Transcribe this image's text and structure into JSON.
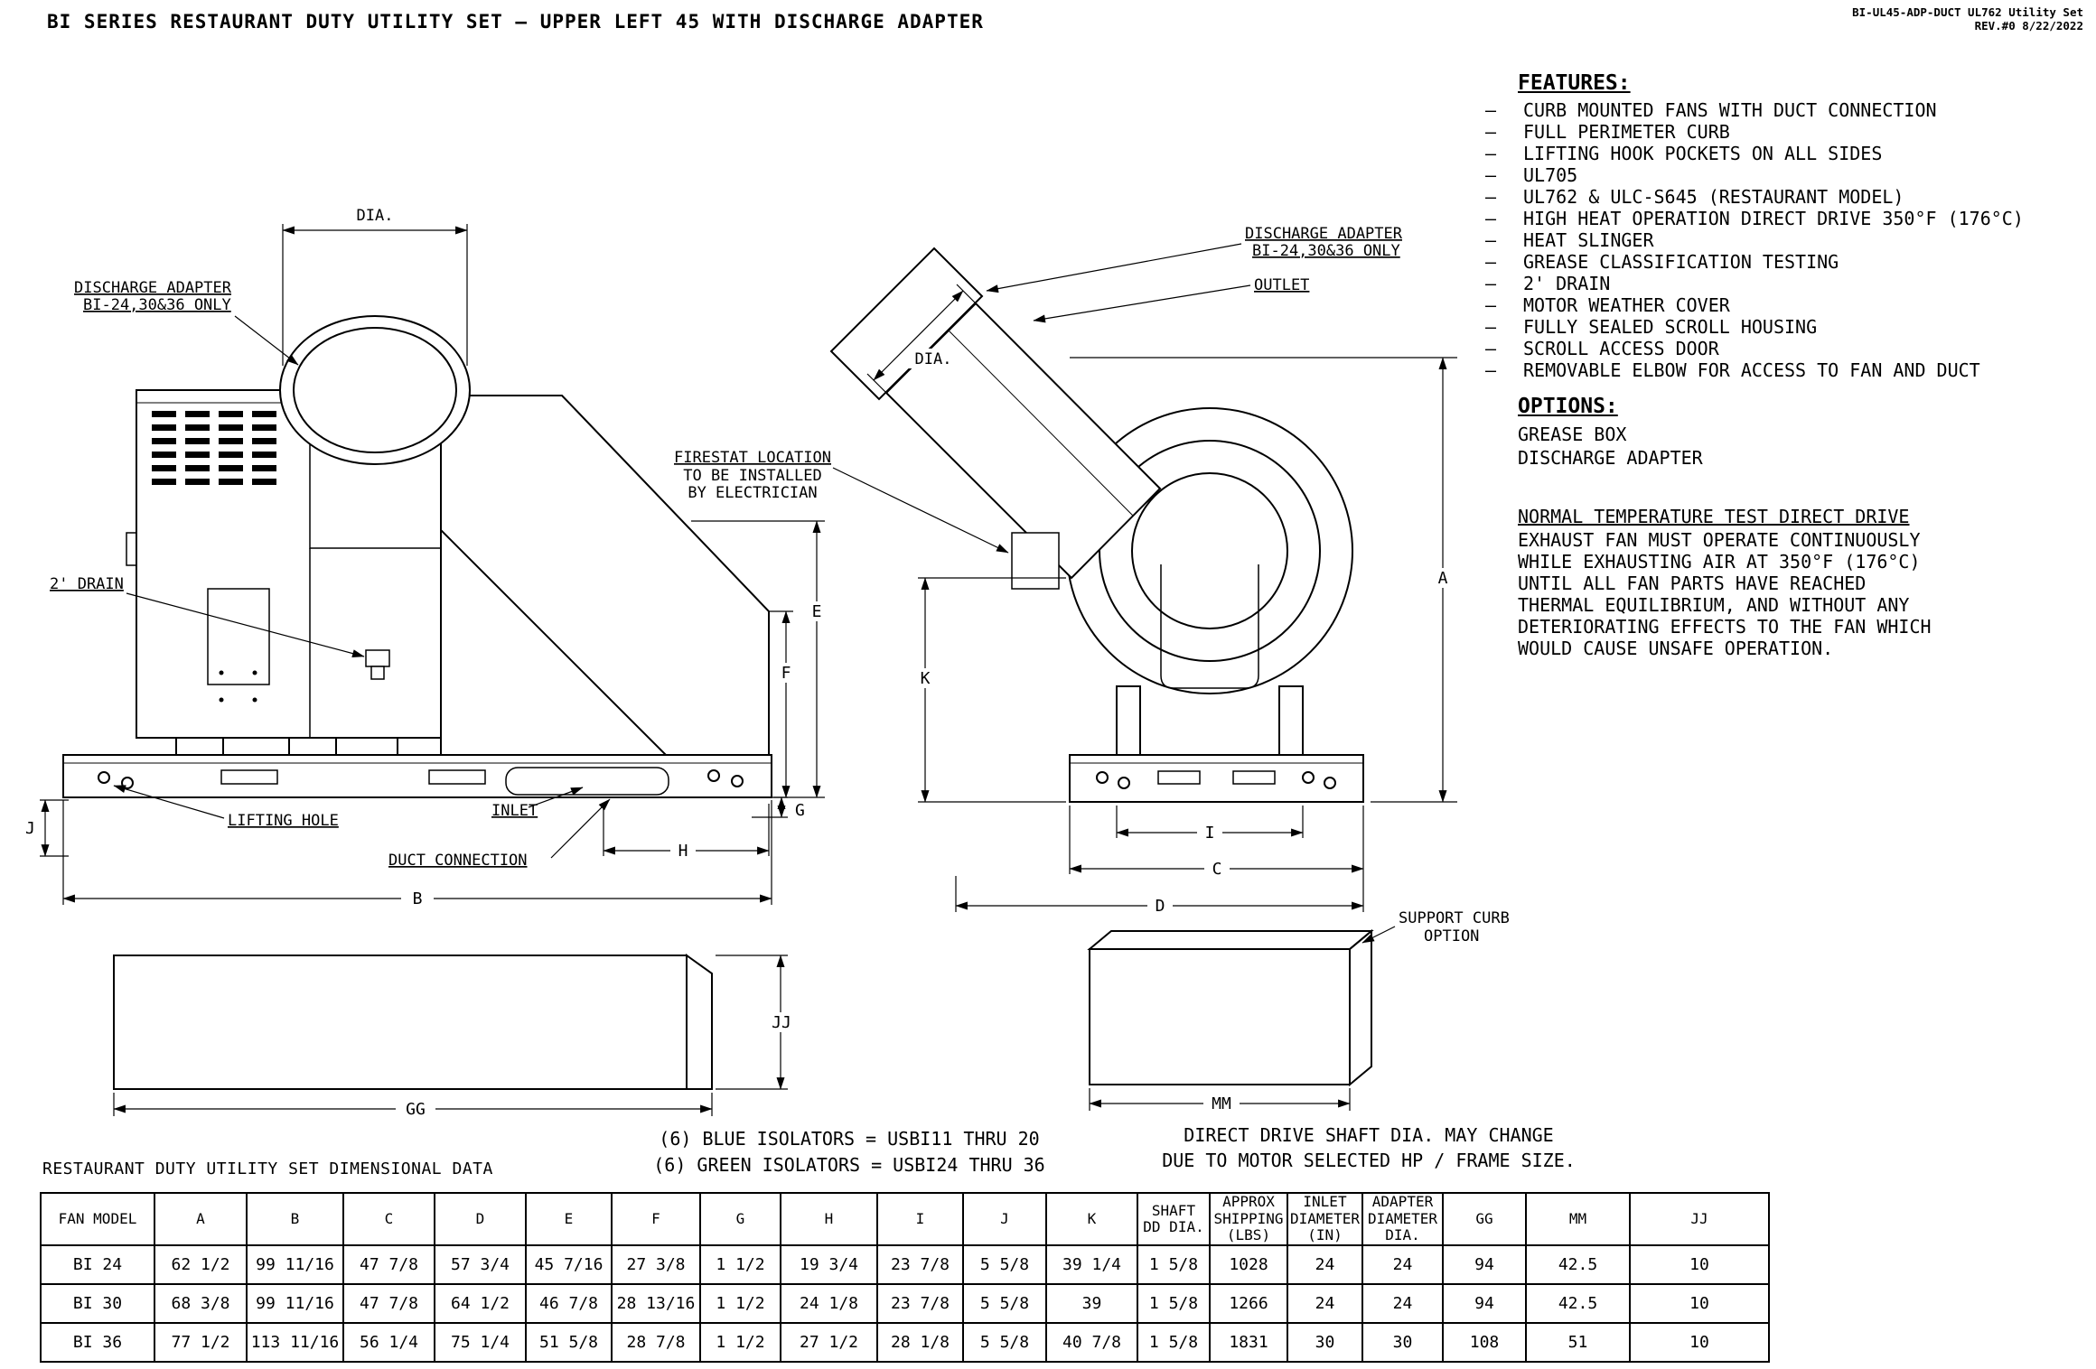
{
  "header": {
    "title": "BI SERIES RESTAURANT DUTY UTILITY SET – UPPER LEFT 45 WITH DISCHARGE ADAPTER",
    "doc_ref": "BI-UL45-ADP-DUCT UL762 Utility Set",
    "revision": "REV.#0  8/22/2022"
  },
  "features": {
    "heading": "FEATURES:",
    "bullet": "–",
    "items": [
      "CURB MOUNTED FANS WITH DUCT CONNECTION",
      "FULL PERIMETER CURB",
      "LIFTING HOOK POCKETS ON ALL SIDES",
      "UL705",
      "UL762 & ULC-S645 (RESTAURANT MODEL)",
      "HIGH HEAT OPERATION DIRECT DRIVE 350°F (176°C)",
      "HEAT SLINGER",
      "GREASE CLASSIFICATION TESTING",
      "2' DRAIN",
      "MOTOR WEATHER COVER",
      "FULLY SEALED SCROLL HOUSING",
      "SCROLL ACCESS DOOR",
      "REMOVABLE ELBOW FOR ACCESS TO FAN AND DUCT"
    ]
  },
  "options": {
    "heading": "OPTIONS:",
    "items": [
      "GREASE BOX",
      "DISCHARGE ADAPTER"
    ]
  },
  "temp_test": {
    "heading": "NORMAL TEMPERATURE TEST DIRECT DRIVE",
    "body": "EXHAUST FAN MUST OPERATE CONTINUOUSLY\nWHILE EXHAUSTING AIR AT 350°F (176°C)\nUNTIL ALL FAN PARTS HAVE REACHED\nTHERMAL EQUILIBRIUM, AND WITHOUT ANY\nDETERIORATING EFFECTS TO THE FAN WHICH\nWOULD CAUSE UNSAFE OPERATION."
  },
  "labels": {
    "dia": "DIA.",
    "discharge_adapter_1": "DISCHARGE ADAPTER",
    "discharge_adapter_2": "BI-24,30&36 ONLY",
    "drain": "2' DRAIN",
    "lifting_hole": "LIFTING HOLE",
    "inlet": "INLET",
    "duct_connection": "DUCT CONNECTION",
    "firestat_1": "FIRESTAT LOCATION",
    "firestat_2": "TO BE INSTALLED",
    "firestat_3": "BY ELECTRICIAN",
    "outlet": "OUTLET",
    "support_curb_1": "SUPPORT CURB",
    "support_curb_2": "OPTION",
    "dim_a": "A",
    "dim_b": "B",
    "dim_c": "C",
    "dim_d": "D",
    "dim_e": "E",
    "dim_f": "F",
    "dim_g": "G",
    "dim_h": "H",
    "dim_i": "I",
    "dim_j": "J",
    "dim_k": "K",
    "dim_gg": "GG",
    "dim_mm": "MM",
    "dim_jj": "JJ"
  },
  "notes": {
    "isolators_blue": "(6) BLUE ISOLATORS = USBI11 THRU 20",
    "isolators_green": "(6) GREEN ISOLATORS = USBI24 THRU 36",
    "shaft_line1": "DIRECT DRIVE SHAFT DIA. MAY CHANGE",
    "shaft_line2": "DUE TO MOTOR SELECTED HP / FRAME SIZE."
  },
  "table": {
    "title": "RESTAURANT DUTY UTILITY SET DIMENSIONAL DATA",
    "headers": [
      "FAN MODEL",
      "A",
      "B",
      "C",
      "D",
      "E",
      "F",
      "G",
      "H",
      "I",
      "J",
      "K",
      "SHAFT\nDD DIA.",
      "APPROX\nSHIPPING\n(LBS)",
      "INLET\nDIAMETER\n(IN)",
      "ADAPTER\nDIAMETER\nDIA.",
      "GG",
      "MM",
      "JJ"
    ],
    "rows": [
      [
        "BI 24",
        "62 1/2",
        "99 11/16",
        "47 7/8",
        "57 3/4",
        "45 7/16",
        "27 3/8",
        "1 1/2",
        "19 3/4",
        "23 7/8",
        "5 5/8",
        "39 1/4",
        "1 5/8",
        "1028",
        "24",
        "24",
        "94",
        "42.5",
        "10"
      ],
      [
        "BI 30",
        "68 3/8",
        "99 11/16",
        "47 7/8",
        "64 1/2",
        "46 7/8",
        "28 13/16",
        "1 1/2",
        "24 1/8",
        "23 7/8",
        "5 5/8",
        "39",
        "1 5/8",
        "1266",
        "24",
        "24",
        "94",
        "42.5",
        "10"
      ],
      [
        "BI 36",
        "77 1/2",
        "113 11/16",
        "56 1/4",
        "75 1/4",
        "51 5/8",
        "28 7/8",
        "1 1/2",
        "27 1/2",
        "28 1/8",
        "5 5/8",
        "40 7/8",
        "1 5/8",
        "1831",
        "30",
        "30",
        "108",
        "51",
        "10"
      ]
    ]
  }
}
